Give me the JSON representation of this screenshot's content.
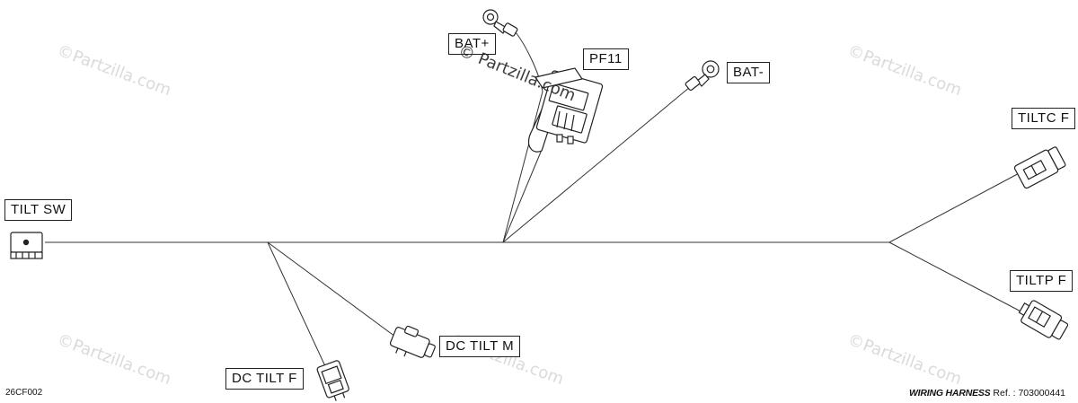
{
  "labels": {
    "bat_plus": "BAT+",
    "pf11": "PF11",
    "bat_minus": "BAT-",
    "tiltc_f": "TILTC F",
    "tilt_sw": "TILT SW",
    "tiltp_f": "TILTP F",
    "dc_tilt_m": "DC TILT M",
    "dc_tilt_f": "DC TILT F"
  },
  "corner_code": "26CF002",
  "footer": {
    "title": "WIRING HARNESS",
    "ref_label": "Ref. :",
    "ref_number": "703000441"
  },
  "watermarks": {
    "small": "©Partzilla.com",
    "center": "© Partzilla.com"
  }
}
